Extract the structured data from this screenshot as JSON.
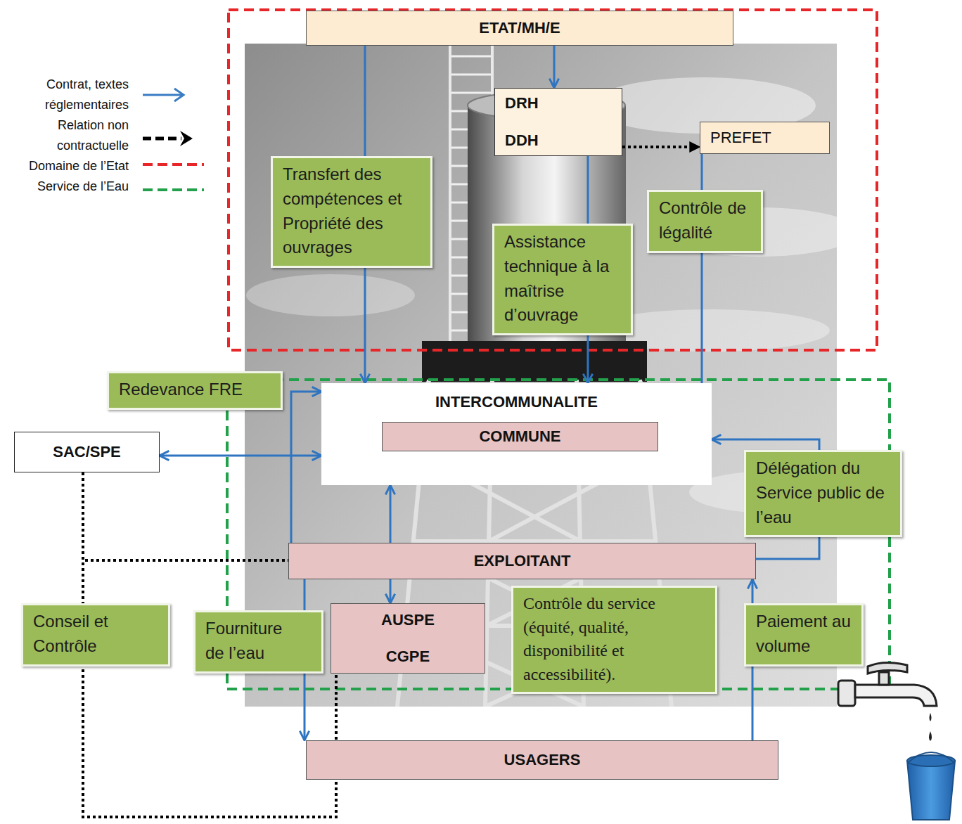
{
  "diagram": {
    "nodes": [
      {
        "text": [
          "ETAT/MH/E"
        ]
      },
      {
        "text": [
          "DRH",
          "DDH"
        ]
      },
      {
        "text": [
          "PREFET"
        ]
      },
      {
        "text": [
          "INTERCOMMUNALITE"
        ]
      },
      {
        "text": [
          "COMMUNE"
        ],
        "in": 3
      },
      {
        "text": [
          "SAC/SPE"
        ]
      },
      {
        "text": [
          "EXPLOITANT"
        ]
      },
      {
        "text": [
          "AUSPE",
          "CGPE"
        ]
      },
      {
        "text": [
          "USAGERS"
        ]
      }
    ],
    "edges": [
      {
        "from": 0,
        "to": 3,
        "arrow": "to",
        "label": "Transfert des compétences et Propriété des ouvrages"
      },
      {
        "from": 0,
        "to": 1,
        "arrow": "to"
      },
      {
        "from": 1,
        "to": 2,
        "arrow": "to"
      },
      {
        "from": 1,
        "to": 3,
        "arrow": "to",
        "label": "Assistance technique à la maîtrise d’ouvrage"
      },
      {
        "from": 2,
        "to": 3,
        "arrow": "none",
        "label": "Contrôle de légalité"
      },
      {
        "from": 6,
        "to": 3,
        "arrow": "to",
        "label": "Redevance FRE"
      },
      {
        "from": 5,
        "to": 3,
        "arrow": "both"
      },
      {
        "from": 7,
        "to": 3,
        "arrow": "both"
      },
      {
        "from": 6,
        "to": 3,
        "arrow": "to",
        "label": "Délégation du Service public de l’eau"
      },
      {
        "from": 6,
        "to": 8,
        "arrow": "to",
        "label": "Fourniture de l’eau"
      },
      {
        "from": 8,
        "to": 6,
        "arrow": "to",
        "label": "Paiement au volume"
      },
      {
        "from": 5,
        "to": 6,
        "arrow": "none"
      },
      {
        "from": 5,
        "to": 7,
        "arrow": "none",
        "label": "Conseil et Contrôle"
      }
    ],
    "labels": [
      "Contrôle du service (équité, qualité, disponibilité et accessibilité)."
    ],
    "legend": [
      {
        "text": "Contrat, textes réglementaires"
      },
      {
        "text": "Relation non contractuelle"
      },
      {
        "text": "Domaine de l’Etat"
      },
      {
        "text": "Service de l’Eau"
      }
    ]
  }
}
